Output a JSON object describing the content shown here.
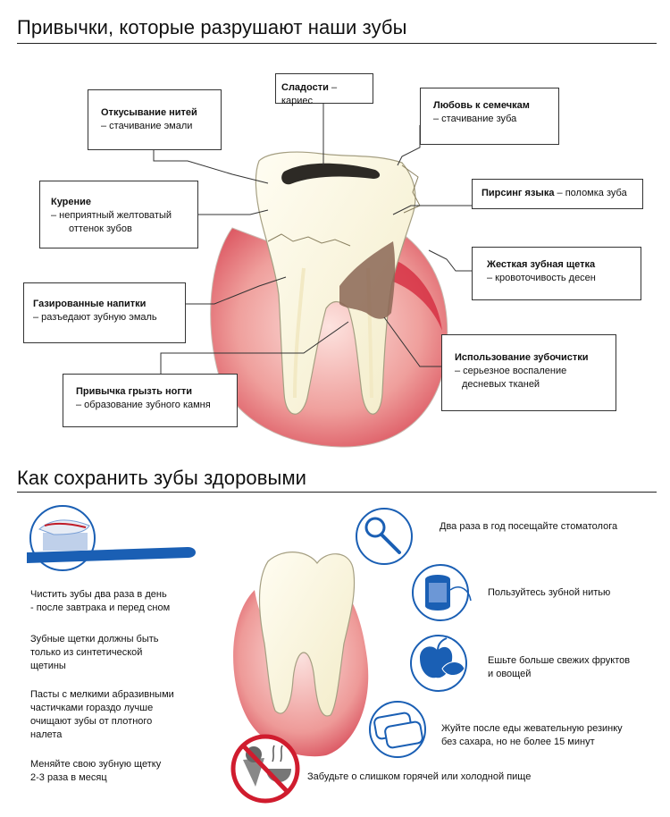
{
  "section1": {
    "title": "Привычки, которые разрушают наши зубы",
    "labels": {
      "sweets": {
        "name": "Сладости",
        "effect": "– кариес"
      },
      "seeds": {
        "name": "Любовь к семечкам",
        "effect": "– стачивание зуба"
      },
      "threads": {
        "name": "Откусывание нитей",
        "effect": "– стачивание эмали"
      },
      "piercing": {
        "name": "Пирсинг языка",
        "effect": "– поломка зуба"
      },
      "smoking": {
        "name": "Курение",
        "effect1": "– неприятный желтоватый",
        "effect2": "оттенок зубов"
      },
      "brush": {
        "name": "Жесткая зубная щетка",
        "effect": "– кровоточивость десен"
      },
      "soda": {
        "name": "Газированные напитки",
        "effect": "– разъедают  зубную эмаль"
      },
      "toothpick": {
        "name": "Использование зубочистки",
        "effect1": "– серьезное воспаление",
        "effect2": "десневых тканей"
      },
      "nails": {
        "name": "Привычка грызть ногти",
        "effect": "– образование зубного камня"
      }
    }
  },
  "section2": {
    "title": "Как сохранить зубы здоровыми",
    "left_tips": {
      "t1a": "Чистить зубы два раза в день",
      "t1b": "- после завтрака и перед сном",
      "t2a": "Зубные щетки должны быть",
      "t2b": "только из синтетической",
      "t2c": "щетины",
      "t3a": "Пасты с мелкими абразивными",
      "t3b": "частичками гораздо лучше",
      "t3c": "очищают зубы от плотного",
      "t3d": "налета",
      "t4a": "Меняйте свою зубную щетку",
      "t4b": "2-3 раза в месяц"
    },
    "right_tips": {
      "dentist": "Два раза в год посещайте стоматолога",
      "floss": "Пользуйтесь зубной нитью",
      "fruit1": "Ешьте больше свежих фруктов",
      "fruit2": "и овощей",
      "gum1": "Жуйте после еды жевательную резинку",
      "gum2": "без сахара, но не более 15 минут",
      "temp": "Забудьте о слишком горячей или холодной пище"
    }
  },
  "colors": {
    "accent_blue": "#1a5fb4",
    "gum_red": "#e8a0a0",
    "gum_dark": "#d0334a",
    "tooth": "#fbf7e4"
  }
}
